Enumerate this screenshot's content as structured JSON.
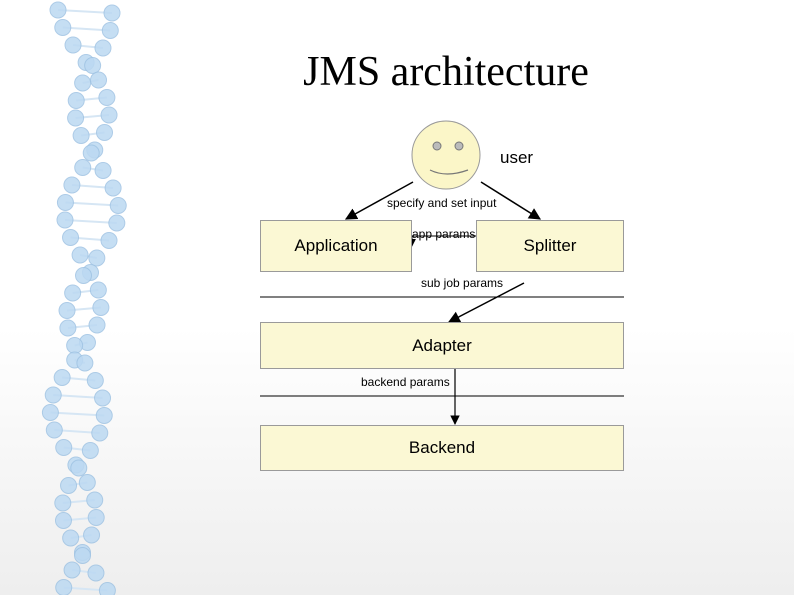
{
  "slide": {
    "title": "JMS architecture"
  },
  "diagram": {
    "user_label": "user",
    "edge_specify": "specify and set input",
    "edge_app_params": "app params",
    "edge_sub_job": "sub job params",
    "edge_backend_params": "backend params",
    "nodes": {
      "application": "Application",
      "splitter": "Splitter",
      "adapter": "Adapter",
      "backend": "Backend"
    }
  },
  "colors": {
    "box_fill": "#fbf8d4",
    "face_fill": "#fbf6c8",
    "dna_blue": "#bcd9f2"
  }
}
